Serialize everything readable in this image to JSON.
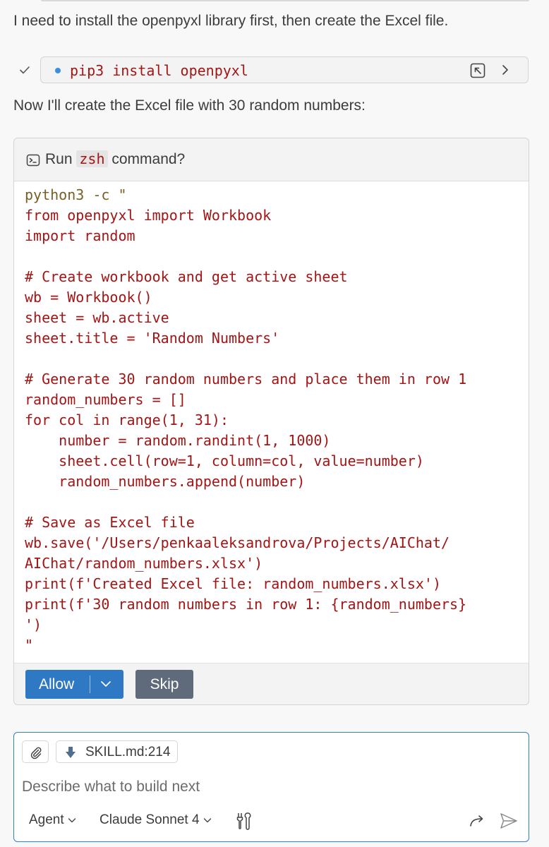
{
  "messages": {
    "intro": "I need to install the openpyxl library first, then create the Excel file.",
    "followup": "Now I'll create the Excel file with 30 random numbers:"
  },
  "completed_command": {
    "command": "pip3 install openpyxl",
    "status_icon": "check-icon",
    "actions": [
      "open-terminal-icon",
      "chevron-right-icon"
    ]
  },
  "run_prompt": {
    "prefix": "Run",
    "shell": "zsh",
    "suffix": "command?",
    "icon": "terminal-icon",
    "code_program": "python3 -c \"",
    "code_body": "from openpyxl import Workbook\nimport random\n\n# Create workbook and get active sheet\nwb = Workbook()\nsheet = wb.active\nsheet.title = 'Random Numbers'\n\n# Generate 30 random numbers and place them in row 1\nrandom_numbers = []\nfor col in range(1, 31):\n    number = random.randint(1, 1000)\n    sheet.cell(row=1, column=col, value=number)\n    random_numbers.append(number)\n\n# Save as Excel file\nwb.save('/Users/penkaaleksandrova/Projects/AIChat/\nAIChat/random_numbers.xlsx')\nprint(f'Created Excel file: random_numbers.xlsx')\nprint(f'30 random numbers in row 1: {random_numbers}\n')\n\"",
    "allow_label": "Allow",
    "skip_label": "Skip"
  },
  "chat_input": {
    "context_file": "SKILL.md:214",
    "placeholder": "Describe what to build next",
    "mode": "Agent",
    "model": "Claude Sonnet 4"
  },
  "colors": {
    "accent": "#2f78c4",
    "code_text": "#a31515",
    "skip_button": "#5f6b7a",
    "input_border": "#2f7fd6"
  }
}
